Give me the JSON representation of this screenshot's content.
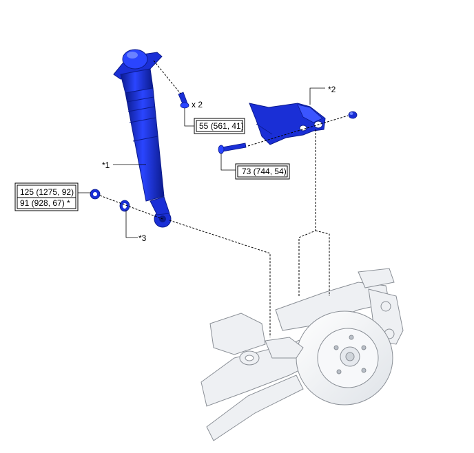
{
  "callouts": {
    "shock": "*1",
    "bracket": "*2",
    "washer": "*3",
    "bolt_qty": "x 2"
  },
  "torques": {
    "upper_bolts": "55 (561, 41)",
    "bracket_bolt": "73 (744, 54)",
    "lower_nut_line1": "125 (1275, 92)",
    "lower_nut_line2": "91 (928, 67) *"
  },
  "colors": {
    "part_blue": "#1a2fd6",
    "part_blue_dark": "#0b1a8c",
    "part_blue_light": "#4a64ff",
    "knuckle_gray": "#eef0f3",
    "outline": "#8a8f96",
    "leader": "#000000"
  },
  "icons": [
    "shock-absorber-icon",
    "bolt-icon",
    "nut-icon",
    "washer-icon",
    "bracket-icon",
    "rear-suspension-assembly-icon"
  ]
}
